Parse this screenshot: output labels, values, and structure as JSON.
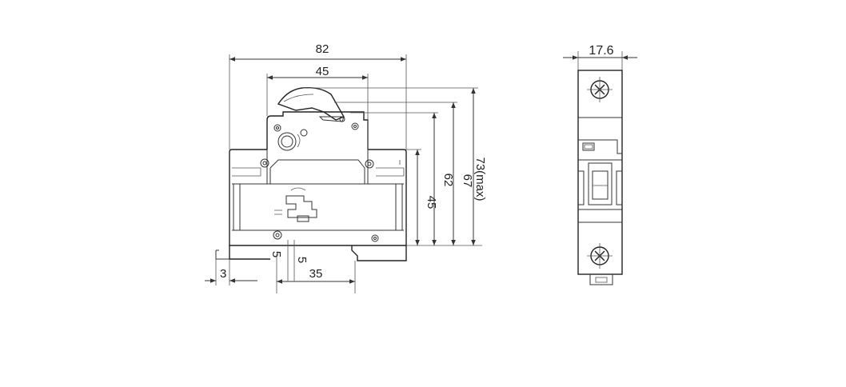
{
  "drawing": {
    "front_view": {
      "dimensions": {
        "overall_width": "82",
        "handle_width": "45",
        "body_height": "45",
        "height_62": "62",
        "height_67": "67",
        "height_max": "73(max)",
        "offset_3": "3",
        "offset_5": "5",
        "offset_5b": "5",
        "rail_35": "35"
      }
    },
    "side_view": {
      "dimensions": {
        "module_width": "17.6"
      }
    }
  }
}
